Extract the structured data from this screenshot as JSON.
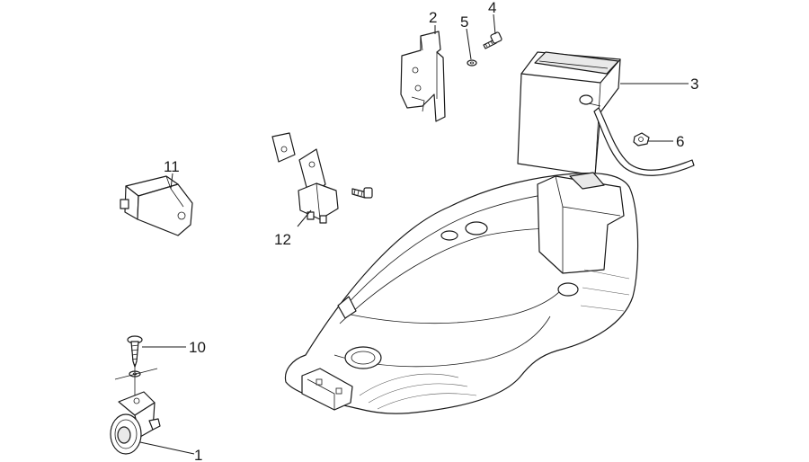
{
  "callouts": [
    {
      "id": "1",
      "label": "1"
    },
    {
      "id": "2",
      "label": "2"
    },
    {
      "id": "3",
      "label": "3"
    },
    {
      "id": "4",
      "label": "4"
    },
    {
      "id": "5",
      "label": "5"
    },
    {
      "id": "6",
      "label": "6"
    },
    {
      "id": "10",
      "label": "10"
    },
    {
      "id": "11",
      "label": "11"
    },
    {
      "id": "12",
      "label": "12"
    }
  ]
}
